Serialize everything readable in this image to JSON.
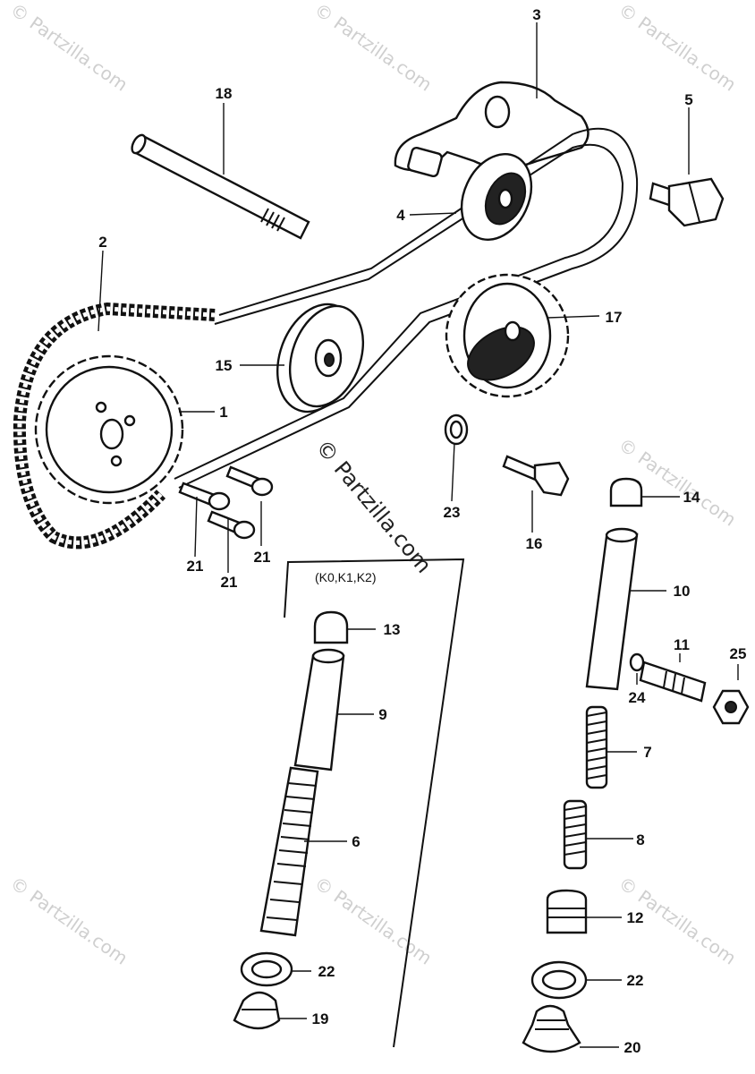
{
  "diagram": {
    "watermark_text": "© Partzilla.com",
    "variant_box_label": "(K0,K1,K2)",
    "callouts": {
      "c1": "1",
      "c2": "2",
      "c3": "3",
      "c4": "4",
      "c5": "5",
      "c6": "6",
      "c7": "7",
      "c8": "8",
      "c9": "9",
      "c10": "10",
      "c11": "11",
      "c12": "12",
      "c13": "13",
      "c14": "14",
      "c15": "15",
      "c16": "16",
      "c17": "17",
      "c18": "18",
      "c19": "19",
      "c20": "20",
      "c21a": "21",
      "c21b": "21",
      "c21c": "21",
      "c22a": "22",
      "c22b": "22",
      "c23": "23",
      "c24": "24",
      "c25": "25"
    }
  }
}
